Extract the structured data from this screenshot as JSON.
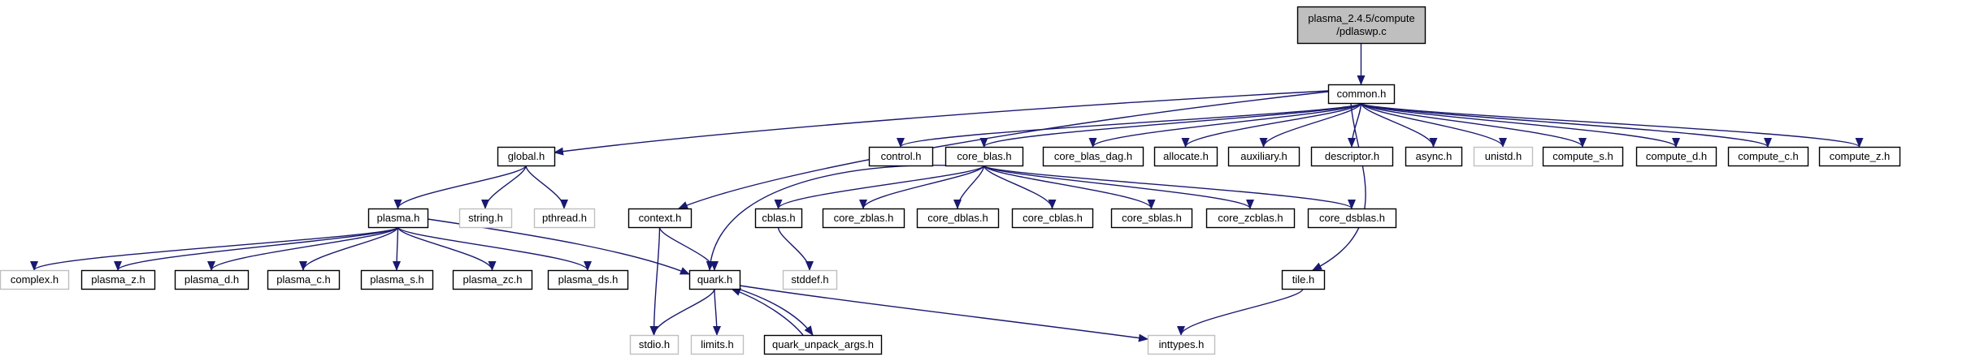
{
  "colors": {
    "edge": "#191970",
    "box_border_documented": "#000000",
    "box_border_external": "#bfbfbf",
    "root_fill": "#bfbfbf",
    "box_fill": "#ffffff"
  },
  "nodes": [
    {
      "id": "root",
      "label_lines": [
        "plasma_2.4.5/compute",
        "/pdlaswp.c"
      ],
      "kind": "root"
    },
    {
      "id": "common_h",
      "label_lines": [
        "common.h"
      ],
      "kind": "documented"
    },
    {
      "id": "global_h",
      "label_lines": [
        "global.h"
      ],
      "kind": "documented"
    },
    {
      "id": "control_h",
      "label_lines": [
        "control.h"
      ],
      "kind": "documented"
    },
    {
      "id": "core_blas_h",
      "label_lines": [
        "core_blas.h"
      ],
      "kind": "documented"
    },
    {
      "id": "core_blas_dag_h",
      "label_lines": [
        "core_blas_dag.h"
      ],
      "kind": "documented"
    },
    {
      "id": "allocate_h",
      "label_lines": [
        "allocate.h"
      ],
      "kind": "documented"
    },
    {
      "id": "auxiliary_h",
      "label_lines": [
        "auxiliary.h"
      ],
      "kind": "documented"
    },
    {
      "id": "descriptor_h",
      "label_lines": [
        "descriptor.h"
      ],
      "kind": "documented"
    },
    {
      "id": "async_h",
      "label_lines": [
        "async.h"
      ],
      "kind": "documented"
    },
    {
      "id": "unistd_h",
      "label_lines": [
        "unistd.h"
      ],
      "kind": "external"
    },
    {
      "id": "compute_s_h",
      "label_lines": [
        "compute_s.h"
      ],
      "kind": "documented"
    },
    {
      "id": "compute_d_h",
      "label_lines": [
        "compute_d.h"
      ],
      "kind": "documented"
    },
    {
      "id": "compute_c_h",
      "label_lines": [
        "compute_c.h"
      ],
      "kind": "documented"
    },
    {
      "id": "compute_z_h",
      "label_lines": [
        "compute_z.h"
      ],
      "kind": "documented"
    },
    {
      "id": "plasma_h",
      "label_lines": [
        "plasma.h"
      ],
      "kind": "documented"
    },
    {
      "id": "string_h",
      "label_lines": [
        "string.h"
      ],
      "kind": "external"
    },
    {
      "id": "pthread_h",
      "label_lines": [
        "pthread.h"
      ],
      "kind": "external"
    },
    {
      "id": "context_h",
      "label_lines": [
        "context.h"
      ],
      "kind": "documented"
    },
    {
      "id": "cblas_h",
      "label_lines": [
        "cblas.h"
      ],
      "kind": "documented"
    },
    {
      "id": "core_zblas_h",
      "label_lines": [
        "core_zblas.h"
      ],
      "kind": "documented"
    },
    {
      "id": "core_dblas_h",
      "label_lines": [
        "core_dblas.h"
      ],
      "kind": "documented"
    },
    {
      "id": "core_cblas_h",
      "label_lines": [
        "core_cblas.h"
      ],
      "kind": "documented"
    },
    {
      "id": "core_sblas_h",
      "label_lines": [
        "core_sblas.h"
      ],
      "kind": "documented"
    },
    {
      "id": "core_zcblas_h",
      "label_lines": [
        "core_zcblas.h"
      ],
      "kind": "documented"
    },
    {
      "id": "core_dsblas_h",
      "label_lines": [
        "core_dsblas.h"
      ],
      "kind": "documented"
    },
    {
      "id": "complex_h",
      "label_lines": [
        "complex.h"
      ],
      "kind": "external"
    },
    {
      "id": "plasma_z_h",
      "label_lines": [
        "plasma_z.h"
      ],
      "kind": "documented"
    },
    {
      "id": "plasma_d_h",
      "label_lines": [
        "plasma_d.h"
      ],
      "kind": "documented"
    },
    {
      "id": "plasma_c_h",
      "label_lines": [
        "plasma_c.h"
      ],
      "kind": "documented"
    },
    {
      "id": "plasma_s_h",
      "label_lines": [
        "plasma_s.h"
      ],
      "kind": "documented"
    },
    {
      "id": "plasma_zc_h",
      "label_lines": [
        "plasma_zc.h"
      ],
      "kind": "documented"
    },
    {
      "id": "plasma_ds_h",
      "label_lines": [
        "plasma_ds.h"
      ],
      "kind": "documented"
    },
    {
      "id": "quark_h",
      "label_lines": [
        "quark.h"
      ],
      "kind": "documented"
    },
    {
      "id": "stddef_h",
      "label_lines": [
        "stddef.h"
      ],
      "kind": "external"
    },
    {
      "id": "tile_h",
      "label_lines": [
        "tile.h"
      ],
      "kind": "documented"
    },
    {
      "id": "stdio_h",
      "label_lines": [
        "stdio.h"
      ],
      "kind": "external"
    },
    {
      "id": "limits_h",
      "label_lines": [
        "limits.h"
      ],
      "kind": "external"
    },
    {
      "id": "quark_unpack_args_h",
      "label_lines": [
        "quark_unpack_args.h"
      ],
      "kind": "documented"
    },
    {
      "id": "inttypes_h",
      "label_lines": [
        "inttypes.h"
      ],
      "kind": "external"
    }
  ],
  "edges": [
    {
      "from": "root",
      "to": "common_h"
    },
    {
      "from": "common_h",
      "to": "global_h"
    },
    {
      "from": "common_h",
      "to": "context_h"
    },
    {
      "from": "common_h",
      "to": "control_h"
    },
    {
      "from": "common_h",
      "to": "core_blas_h"
    },
    {
      "from": "common_h",
      "to": "core_blas_dag_h"
    },
    {
      "from": "common_h",
      "to": "allocate_h"
    },
    {
      "from": "common_h",
      "to": "auxiliary_h"
    },
    {
      "from": "common_h",
      "to": "descriptor_h"
    },
    {
      "from": "common_h",
      "to": "tile_h"
    },
    {
      "from": "common_h",
      "to": "async_h"
    },
    {
      "from": "common_h",
      "to": "unistd_h"
    },
    {
      "from": "common_h",
      "to": "compute_s_h"
    },
    {
      "from": "common_h",
      "to": "compute_d_h"
    },
    {
      "from": "common_h",
      "to": "compute_c_h"
    },
    {
      "from": "common_h",
      "to": "compute_z_h"
    },
    {
      "from": "global_h",
      "to": "plasma_h"
    },
    {
      "from": "global_h",
      "to": "string_h"
    },
    {
      "from": "global_h",
      "to": "pthread_h"
    },
    {
      "from": "plasma_h",
      "to": "complex_h"
    },
    {
      "from": "plasma_h",
      "to": "plasma_z_h"
    },
    {
      "from": "plasma_h",
      "to": "plasma_d_h"
    },
    {
      "from": "plasma_h",
      "to": "plasma_c_h"
    },
    {
      "from": "plasma_h",
      "to": "plasma_s_h"
    },
    {
      "from": "plasma_h",
      "to": "plasma_zc_h"
    },
    {
      "from": "plasma_h",
      "to": "plasma_ds_h"
    },
    {
      "from": "plasma_h",
      "to": "quark_h"
    },
    {
      "from": "context_h",
      "to": "quark_h"
    },
    {
      "from": "context_h",
      "to": "stdio_h"
    },
    {
      "from": "core_blas_h",
      "to": "quark_h"
    },
    {
      "from": "core_blas_h",
      "to": "cblas_h"
    },
    {
      "from": "core_blas_h",
      "to": "core_zblas_h"
    },
    {
      "from": "core_blas_h",
      "to": "core_dblas_h"
    },
    {
      "from": "core_blas_h",
      "to": "core_cblas_h"
    },
    {
      "from": "core_blas_h",
      "to": "core_sblas_h"
    },
    {
      "from": "core_blas_h",
      "to": "core_zcblas_h"
    },
    {
      "from": "core_blas_h",
      "to": "core_dsblas_h"
    },
    {
      "from": "cblas_h",
      "to": "stddef_h"
    },
    {
      "from": "quark_h",
      "to": "stdio_h"
    },
    {
      "from": "quark_h",
      "to": "limits_h"
    },
    {
      "from": "quark_h",
      "to": "quark_unpack_args_h"
    },
    {
      "from": "quark_h",
      "to": "inttypes_h"
    },
    {
      "from": "quark_unpack_args_h",
      "to": "quark_h"
    },
    {
      "from": "tile_h",
      "to": "inttypes_h"
    }
  ]
}
